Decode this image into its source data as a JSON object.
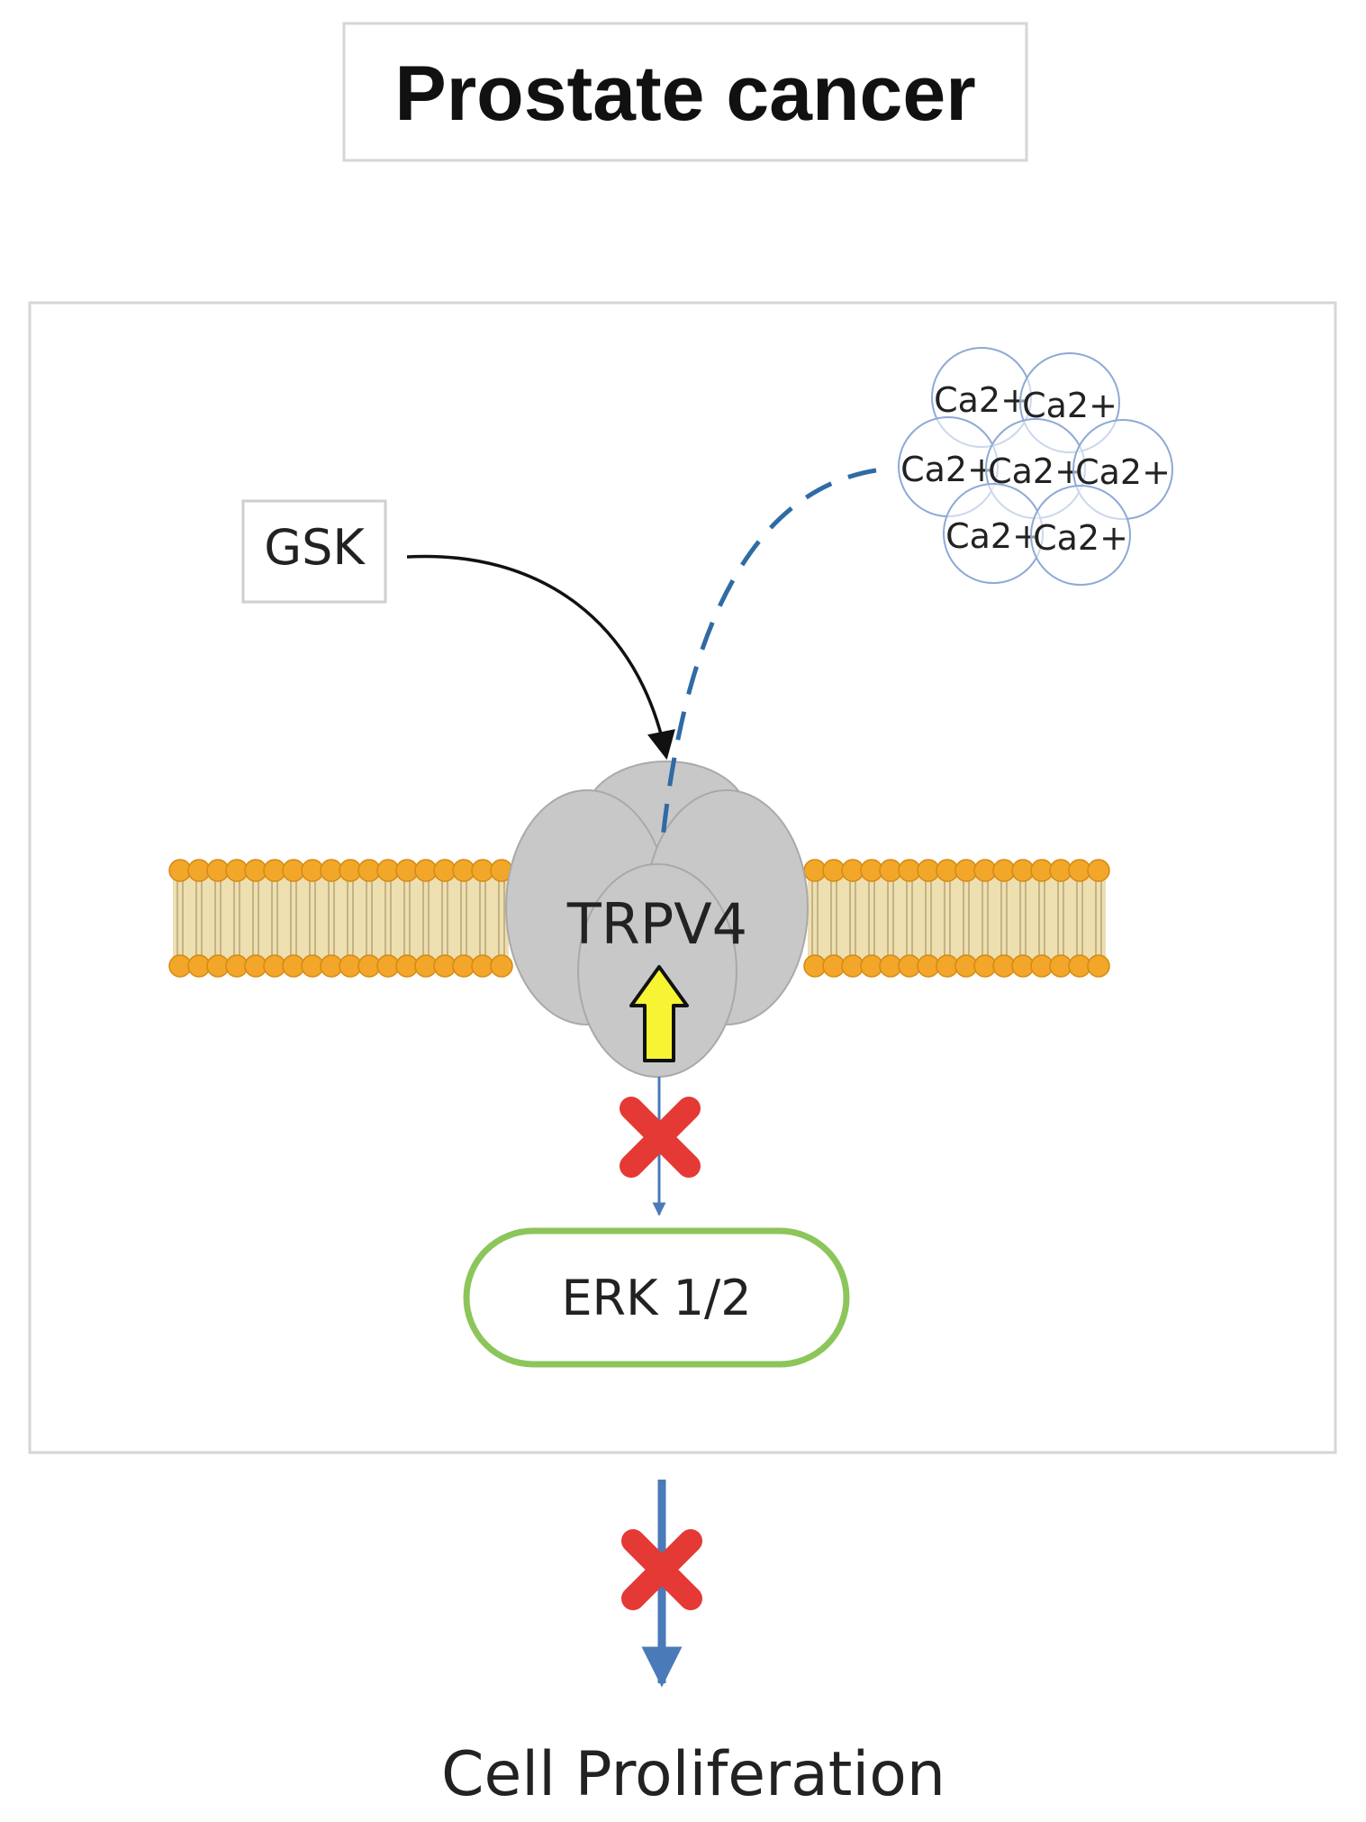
{
  "title": "Prostate cancer",
  "nodes": {
    "gsk": "GSK",
    "channel": "TRPV4",
    "erk": "ERK 1/2",
    "outcome": "Cell Proliferation"
  },
  "calcium_ions": [
    "Ca2+",
    "Ca2+",
    "Ca2+",
    "Ca2+",
    "Ca2+",
    "Ca2+",
    "Ca2+"
  ],
  "icons": {
    "inhibition": "red-x-icon",
    "upregulation": "yellow-up-arrow-icon"
  },
  "colors": {
    "membrane_head": "#f2a72a",
    "membrane_tail": "#eedfb0",
    "channel": "#c8c8c8",
    "erk_border": "#8cc55a",
    "calcium_border": "#8fa9d6",
    "dashed_arrow": "#2f6ba4",
    "flow_arrow": "#4a7ab8",
    "inhibit": "#e53935",
    "up_arrow": "#f7f433"
  }
}
